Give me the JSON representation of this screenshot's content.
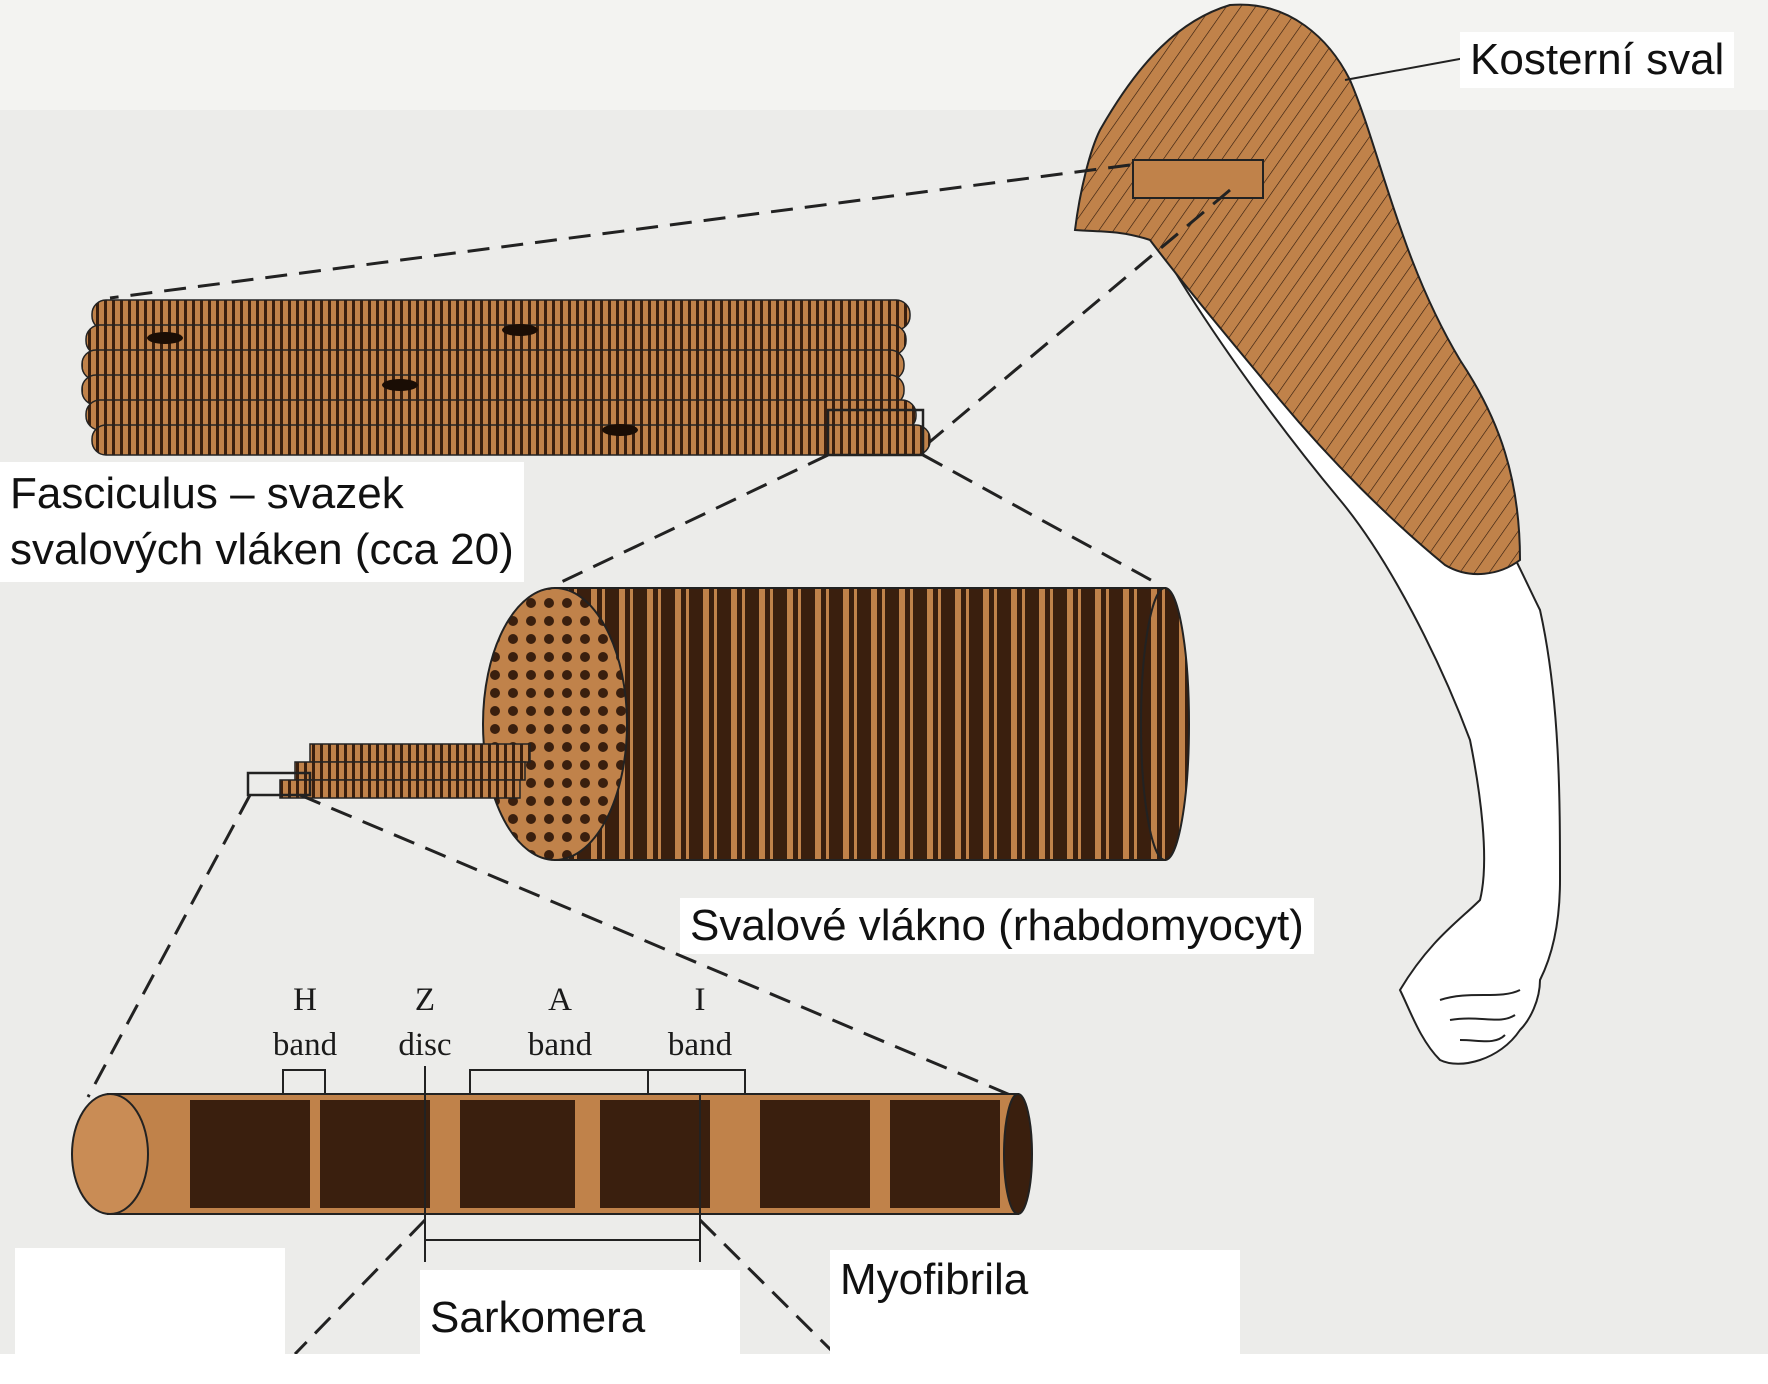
{
  "labels": {
    "skeletal_muscle": "Kosterní sval",
    "fasciculus_line1": "Fasciculus – svazek",
    "fasciculus_line2": "svalových vláken (cca 20)",
    "muscle_fiber": "Svalové vlákno (rhabdomyocyt)",
    "myofibril": "Myofibrila",
    "sarcomere": "Sarkomera"
  },
  "bands": [
    {
      "letter": "H",
      "word": "band"
    },
    {
      "letter": "Z",
      "word": "disc"
    },
    {
      "letter": "A",
      "word": "band"
    },
    {
      "letter": "I",
      "word": "band"
    }
  ],
  "colors": {
    "muscle": "#c0824a",
    "muscle_dark": "#3a1f0e",
    "background": "#f3f3f1",
    "outline": "#222222"
  }
}
